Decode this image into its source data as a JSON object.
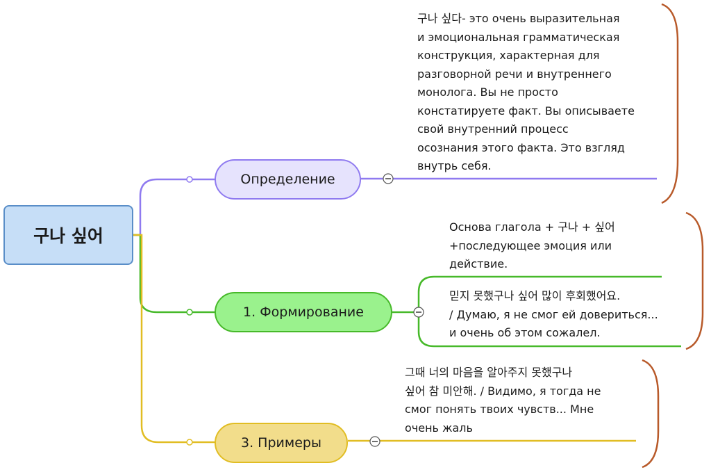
{
  "root": {
    "label": "구나 싶어"
  },
  "branches": [
    {
      "label": "Определение",
      "color": "#8f7af0",
      "fill": "#e6e3fd"
    },
    {
      "label": "1. Формирование",
      "color": "#47b92a",
      "fill": "#9af28d"
    },
    {
      "label": "3. Примеры",
      "color": "#e1bd23",
      "fill": "#f2dd8b"
    }
  ],
  "notes": {
    "definition": "구나 싶다-  это очень выразительная\nи эмоциональная грамматическая\nконструкция, характерная для\nразговорной речи и внутреннего\nмонолога. Вы не просто\nконстатируете факт. Вы описываете\nсвой внутренний процесс\nосознания этого факта. Это взгляд\nвнутрь себя.",
    "formation_rule": "Основа глагола + 구나 + 싶어\n+последующее эмоция или\nдействие.",
    "formation_example": "믿지 못했구나 싶어 많이 후회했어요.\n/ Думаю, я не смог ей довериться...\nи очень об этом сожалел.",
    "examples": "그때 너의 마음을 알아주지 못했구나\n싶어 참 미안해. / Видимо, я тогда не\nсмог понять твоих чувств... Мне\nочень жаль"
  },
  "brace_color": "#b85a2a",
  "collapse_icon": "minus-circle-icon"
}
